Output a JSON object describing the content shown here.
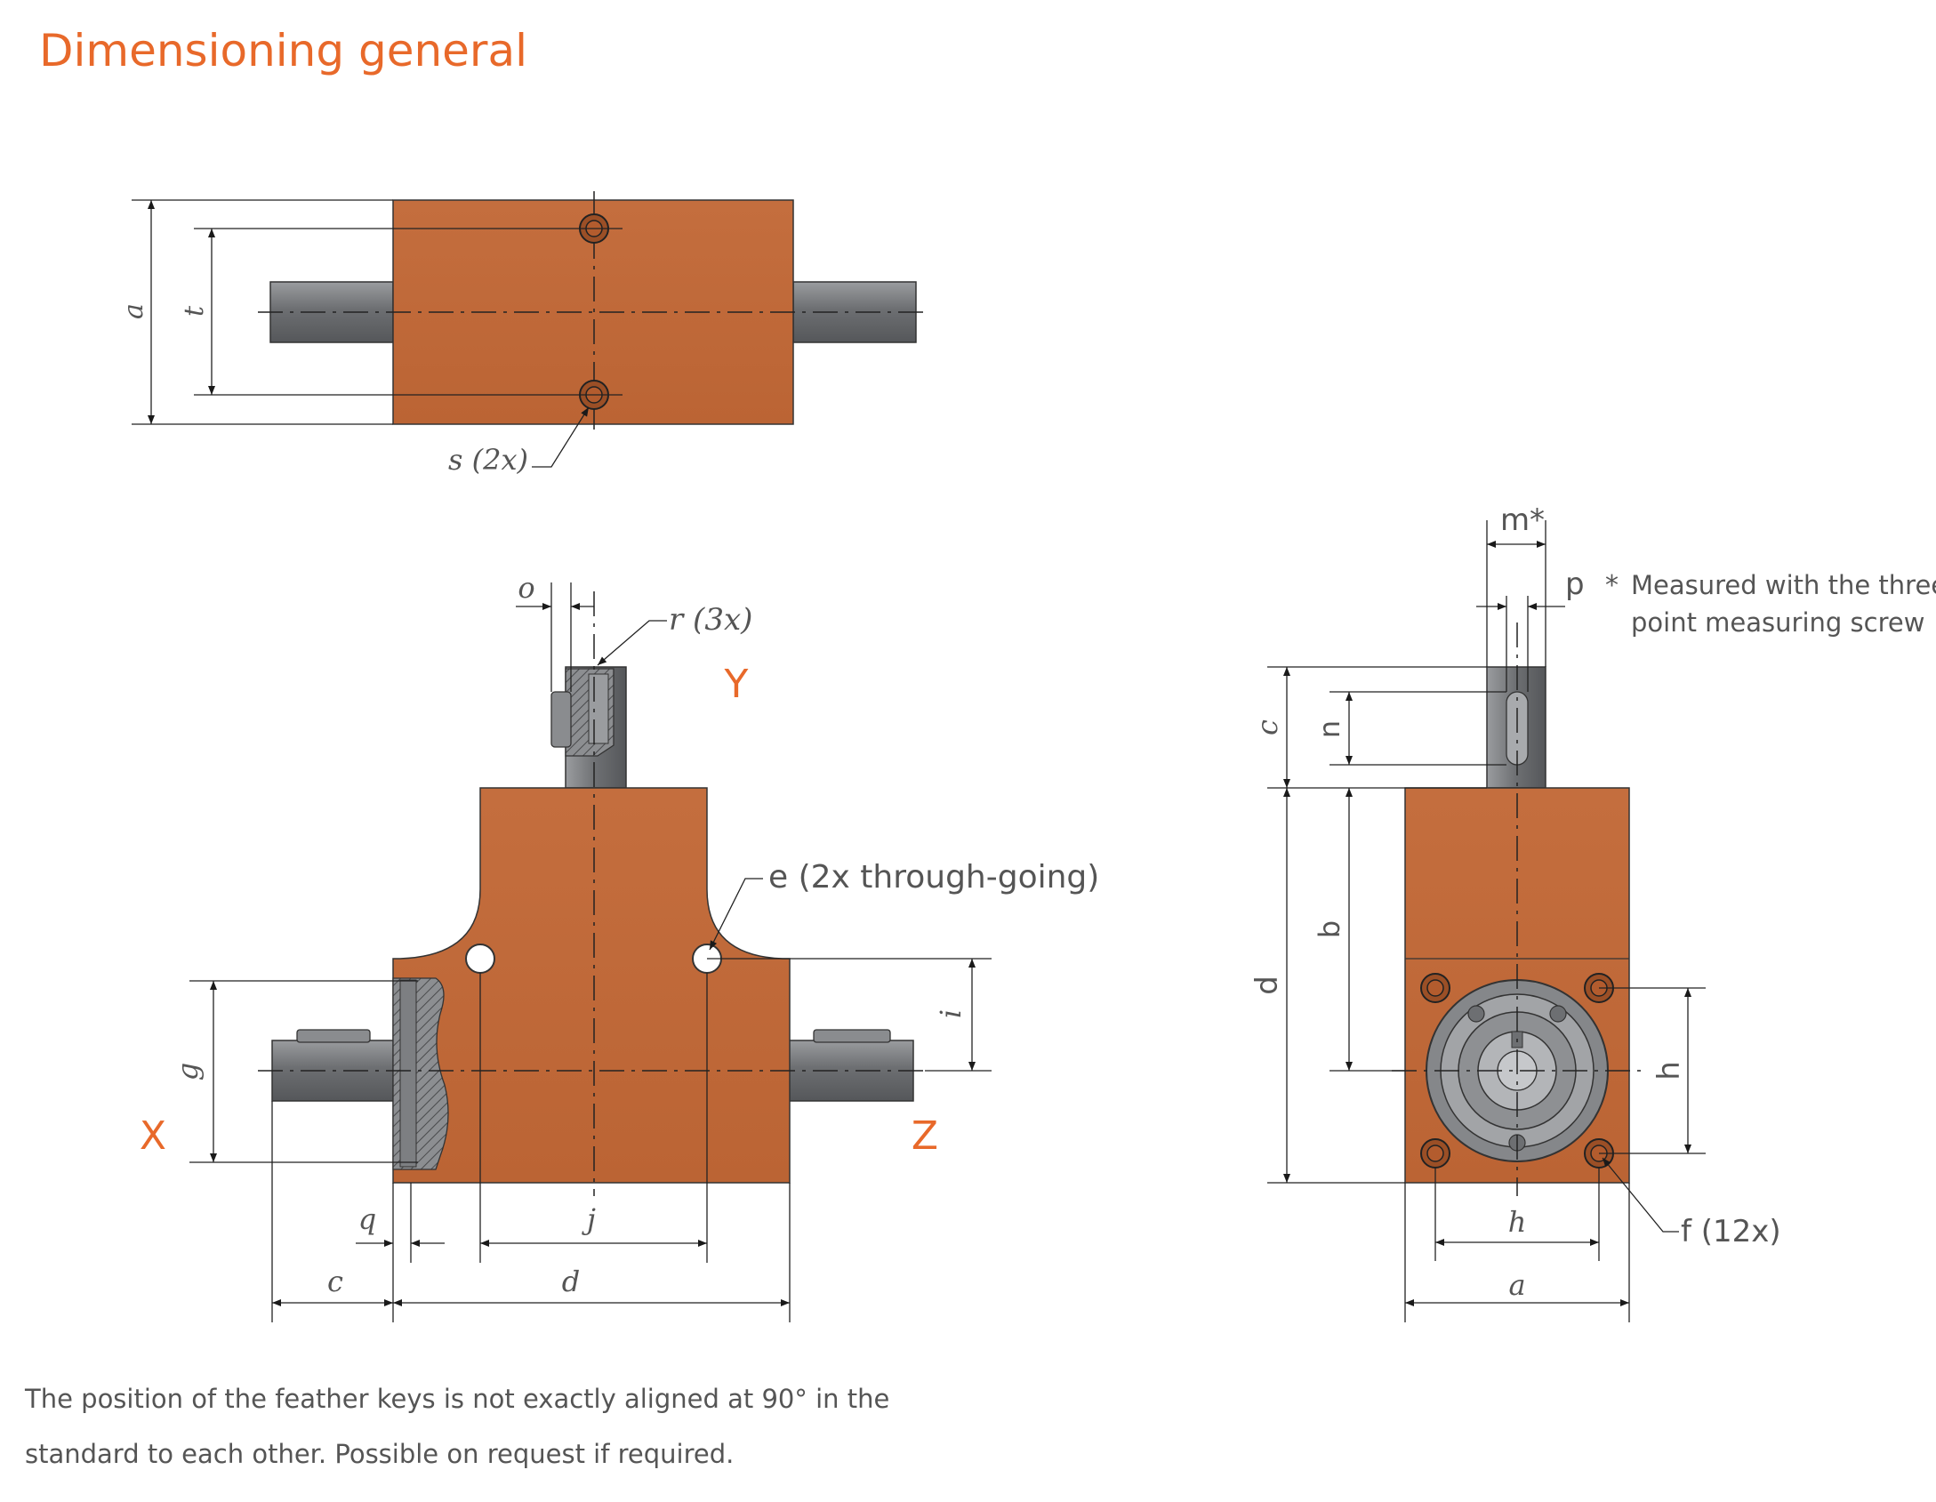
{
  "title": "Dimensioning general",
  "note": {
    "line1": "The position of the feather keys is not exactly aligned at 90° in the",
    "line2": "standard to each other. Possible on request if required."
  },
  "footnote": {
    "star": "*",
    "line1": "Measured with the three",
    "line2": "point measuring screw"
  },
  "top_view": {
    "a": "a",
    "t": "t",
    "s": "s (2x)"
  },
  "front_view": {
    "o": "o",
    "r": "r (3x)",
    "e": "e (2x through-going)",
    "i": "i",
    "g": "g",
    "q": "q",
    "j": "j",
    "c": "c",
    "d": "d",
    "X": "X",
    "Y": "Y",
    "Z": "Z"
  },
  "side_view": {
    "m": "m*",
    "p": "p",
    "c": "c",
    "n": "n",
    "b": "b",
    "d": "d",
    "h_vertical": "h",
    "h_horizontal": "h",
    "a": "a",
    "f": "f (12x)"
  },
  "colors": {
    "title": "#e8692a",
    "axis_label": "#e8692a",
    "housing": "#c0693c",
    "shaft": "#7b7d80",
    "line": "#1a1a1a",
    "text": "#555555"
  }
}
